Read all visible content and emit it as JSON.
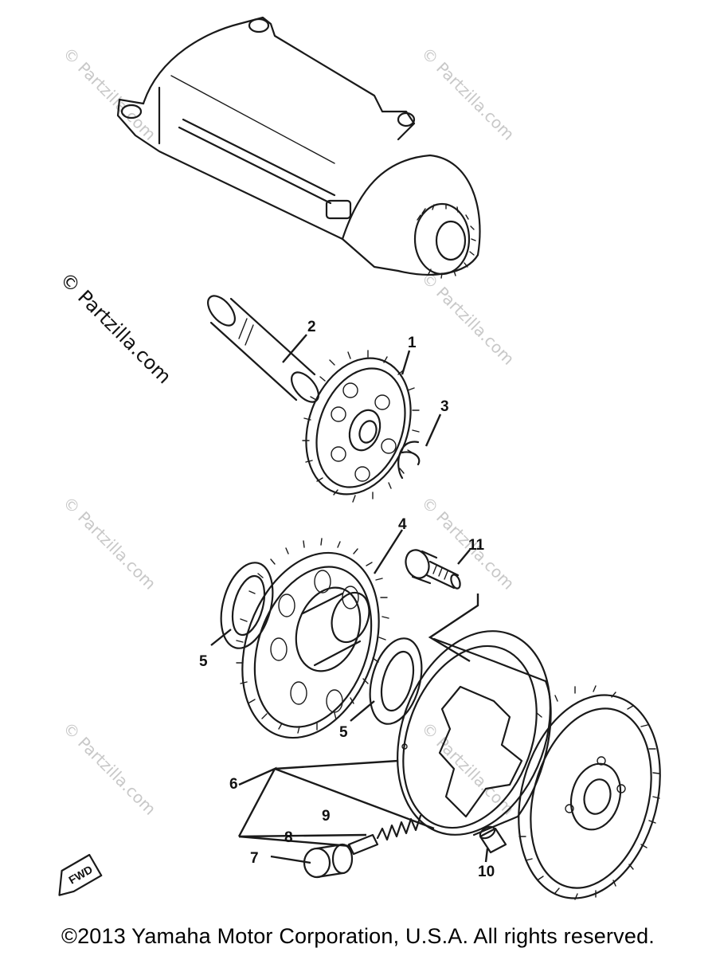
{
  "watermarks": {
    "text": "© Partzilla.com",
    "primary_text": "© Partzilla.com"
  },
  "callouts": {
    "c1": "1",
    "c2": "2",
    "c3": "3",
    "c4": "4",
    "c5a": "5",
    "c5b": "5",
    "c6": "6",
    "c7": "7",
    "c8": "8",
    "c9": "9",
    "c10": "10",
    "c11": "11"
  },
  "fwd_label": "FWD",
  "copyright": "©2013 Yamaha Motor Corporation, U.S.A. All rights reserved."
}
